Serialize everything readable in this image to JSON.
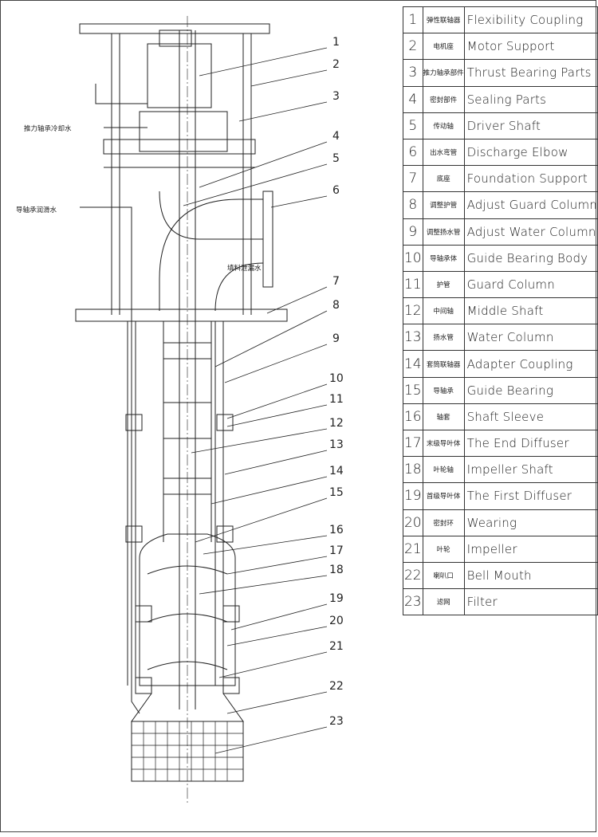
{
  "parts": [
    {
      "num": "1",
      "cn": "弹性联轴器",
      "en": "Flexibility Coupling"
    },
    {
      "num": "2",
      "cn": "电机座",
      "en": "Motor Support"
    },
    {
      "num": "3",
      "cn": "推力轴承部件",
      "en": "Thrust Bearing Parts"
    },
    {
      "num": "4",
      "cn": "密封部件",
      "en": "Sealing Parts"
    },
    {
      "num": "5",
      "cn": "传动轴",
      "en": "Driver Shaft"
    },
    {
      "num": "6",
      "cn": "出水弯管",
      "en": "Discharge Elbow"
    },
    {
      "num": "7",
      "cn": "底座",
      "en": "Foundation Support"
    },
    {
      "num": "8",
      "cn": "调整护管",
      "en": "Adjust Guard Column"
    },
    {
      "num": "9",
      "cn": "调整扬水管",
      "en": "Adjust Water Column"
    },
    {
      "num": "10",
      "cn": "导轴承体",
      "en": "Guide Bearing Body"
    },
    {
      "num": "11",
      "cn": "护管",
      "en": "Guard Column"
    },
    {
      "num": "12",
      "cn": "中间轴",
      "en": "Middle Shaft"
    },
    {
      "num": "13",
      "cn": "扬水管",
      "en": "Water Column"
    },
    {
      "num": "14",
      "cn": "套筒联轴器",
      "en": "Adapter Coupling"
    },
    {
      "num": "15",
      "cn": "导轴承",
      "en": "Guide Bearing"
    },
    {
      "num": "16",
      "cn": "轴套",
      "en": "Shaft Sleeve"
    },
    {
      "num": "17",
      "cn": "末级导叶体",
      "en": "The End Diffuser"
    },
    {
      "num": "18",
      "cn": "叶轮轴",
      "en": "Impeller Shaft"
    },
    {
      "num": "19",
      "cn": "首级导叶体",
      "en": "The First Diffuser"
    },
    {
      "num": "20",
      "cn": "密封环",
      "en": "Wearing"
    },
    {
      "num": "21",
      "cn": "叶轮",
      "en": "Impeller"
    },
    {
      "num": "22",
      "cn": "喇叭口",
      "en": "Bell Mouth"
    },
    {
      "num": "23",
      "cn": "滤网",
      "en": "Filter"
    }
  ],
  "notes": {
    "thrust_cooling": "推力轴承冷却水",
    "guide_lubrication": "导轴承润滑水",
    "leakage": "填料泄漏水"
  }
}
